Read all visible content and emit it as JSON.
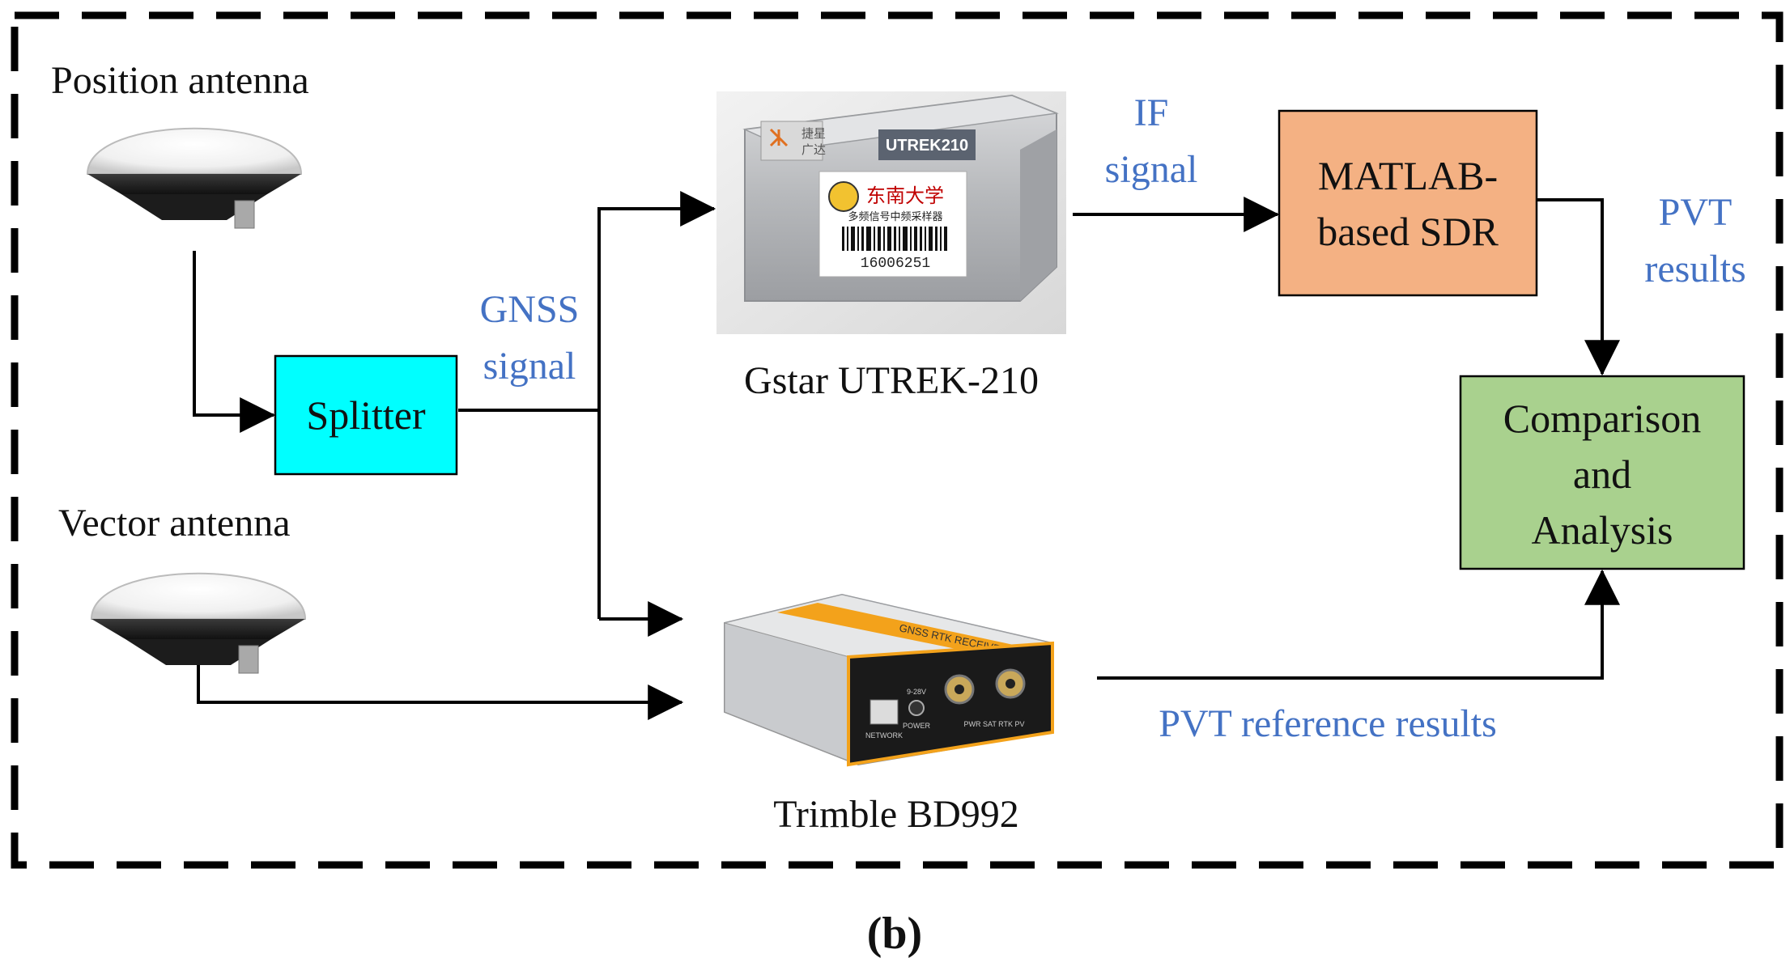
{
  "labels": {
    "position_antenna": "Position antenna",
    "vector_antenna": "Vector antenna",
    "splitter": "Splitter",
    "gnss_signal": [
      "GNSS",
      "signal"
    ],
    "gstar_device": "Gstar UTREK-210",
    "if_signal": [
      "IF",
      "signal"
    ],
    "sdr_box": [
      "MATLAB-",
      "based SDR"
    ],
    "pvt_results": [
      "PVT",
      "results"
    ],
    "comparison_box": [
      "Comparison",
      "and",
      "Analysis"
    ],
    "trimble_device": "Trimble BD992",
    "pvt_reference": "PVT reference results",
    "caption": "(b)"
  },
  "device_text": {
    "utrek_label": "UTREK210",
    "utrek_logo": [
      "捷星",
      "广达"
    ],
    "utrek_sticker_title": "东南大学",
    "utrek_sticker_sub": "多频信号中频采样器",
    "utrek_serial": "16006251",
    "bd992_stripe": "GNSS RTK RECEIVER",
    "bd992_network": "NETWORK",
    "bd992_power": "POWER",
    "bd992_dc": "9-28V",
    "bd992_led_labels": "PWR SAT RTK PV"
  },
  "colors": {
    "splitter_fill": "#00ffff",
    "sdr_fill": "#f4b183",
    "comparison_fill": "#a9d18e",
    "signal_label": "#4472c4",
    "line": "#000000"
  }
}
